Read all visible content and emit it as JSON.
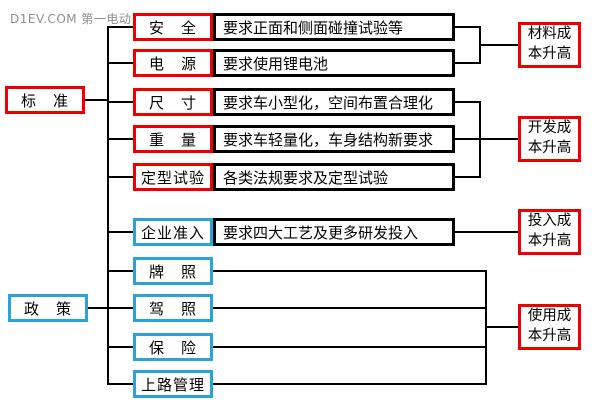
{
  "watermark": "D1EV.COM 第一电动",
  "colors": {
    "standard_accent": "#ee0000",
    "policy_accent": "#29a3dc",
    "line": "#000000",
    "watermark_gray": "#8f8f8f"
  },
  "roots": {
    "standard": {
      "label": "标　准"
    },
    "policy": {
      "label": "政　策"
    }
  },
  "rows": [
    {
      "label": "安　全",
      "group": "standard",
      "desc": "要求正面和侧面碰撞试验等"
    },
    {
      "label": "电　源",
      "group": "standard",
      "desc": "要求使用锂电池"
    },
    {
      "label": "尺　寸",
      "group": "standard",
      "desc": "要求车小型化，空间布置合理化"
    },
    {
      "label": "重　量",
      "group": "standard",
      "desc": "要求车轻量化，车身结构新要求"
    },
    {
      "label": "定型试验",
      "group": "standard",
      "desc": "各类法规要求及定型试验"
    },
    {
      "label": "企业准入",
      "group": "policy",
      "desc": "要求四大工艺及更多研发投入"
    },
    {
      "label": "牌　照",
      "group": "policy",
      "desc": ""
    },
    {
      "label": "驾　照",
      "group": "policy",
      "desc": ""
    },
    {
      "label": "保　险",
      "group": "policy",
      "desc": ""
    },
    {
      "label": "上路管理",
      "group": "policy",
      "desc": ""
    }
  ],
  "outcomes": [
    {
      "label": "材料成\n本升高",
      "sources": "安全, 电源"
    },
    {
      "label": "开发成\n本升高",
      "sources": "尺寸, 重量, 定型试验"
    },
    {
      "label": "投入成\n本升高",
      "sources": "企业准入"
    },
    {
      "label": "使用成\n本升高",
      "sources": "牌照, 驾照, 保险, 上路管理"
    }
  ]
}
